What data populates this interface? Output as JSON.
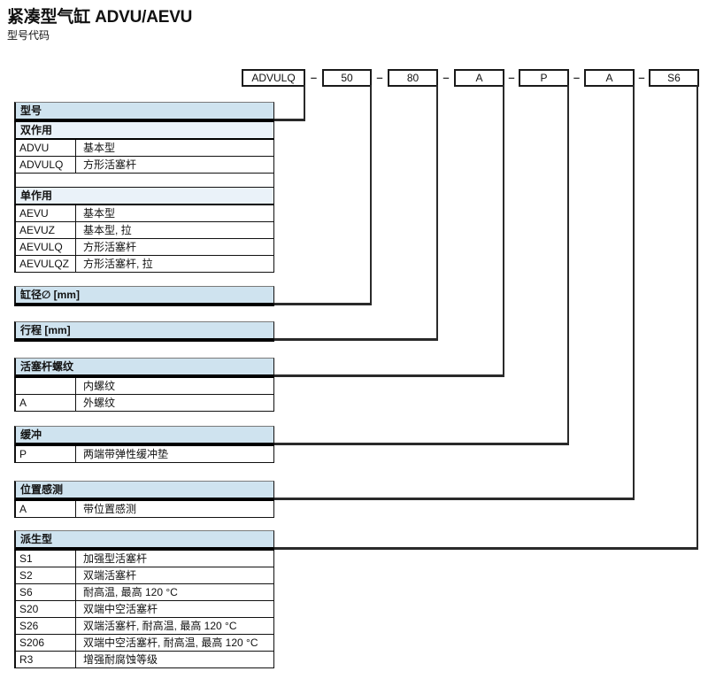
{
  "title": "紧凑型气缸 ADVU/AEVU",
  "subtitle": "型号代码",
  "code": {
    "separator": "–",
    "boxes": [
      "ADVULQ",
      "50",
      "80",
      "A",
      "P",
      "A",
      "S6"
    ]
  },
  "model": {
    "header": "型号",
    "double_acting": {
      "header": "双作用",
      "rows": [
        {
          "code": "ADVU",
          "desc": "基本型"
        },
        {
          "code": "ADVULQ",
          "desc": "方形活塞杆"
        }
      ]
    },
    "single_acting": {
      "header": "单作用",
      "rows": [
        {
          "code": "AEVU",
          "desc": "基本型"
        },
        {
          "code": "AEVUZ",
          "desc": "基本型, 拉"
        },
        {
          "code": "AEVULQ",
          "desc": "方形活塞杆"
        },
        {
          "code": "AEVULQZ",
          "desc": "方形活塞杆, 拉"
        }
      ]
    }
  },
  "bore": {
    "header": "缸径∅ [mm]"
  },
  "stroke": {
    "header": "行程 [mm]"
  },
  "piston_rod_thread": {
    "header": "活塞杆螺纹",
    "rows": [
      {
        "code": "",
        "desc": "内螺纹"
      },
      {
        "code": "A",
        "desc": "外螺纹"
      }
    ]
  },
  "cushioning": {
    "header": "缓冲",
    "rows": [
      {
        "code": "P",
        "desc": "两端带弹性缓冲垫"
      }
    ]
  },
  "position_sensing": {
    "header": "位置感测",
    "rows": [
      {
        "code": "A",
        "desc": "带位置感测"
      }
    ]
  },
  "variants": {
    "header": "派生型",
    "rows": [
      {
        "code": "S1",
        "desc": "加强型活塞杆"
      },
      {
        "code": "S2",
        "desc": "双端活塞杆"
      },
      {
        "code": "S6",
        "desc": "耐高温, 最高 120 °C"
      },
      {
        "code": "S20",
        "desc": "双端中空活塞杆"
      },
      {
        "code": "S26",
        "desc": "双端活塞杆, 耐高温, 最高 120 °C"
      },
      {
        "code": "S206",
        "desc": "双端中空活塞杆, 耐高温, 最高 120 °C"
      },
      {
        "code": "R3",
        "desc": "增强耐腐蚀等级"
      }
    ]
  },
  "colors": {
    "header_bg": "#cfe3ef",
    "subheader_bg": "#eaf2f9",
    "line": "#2a2a2a"
  }
}
